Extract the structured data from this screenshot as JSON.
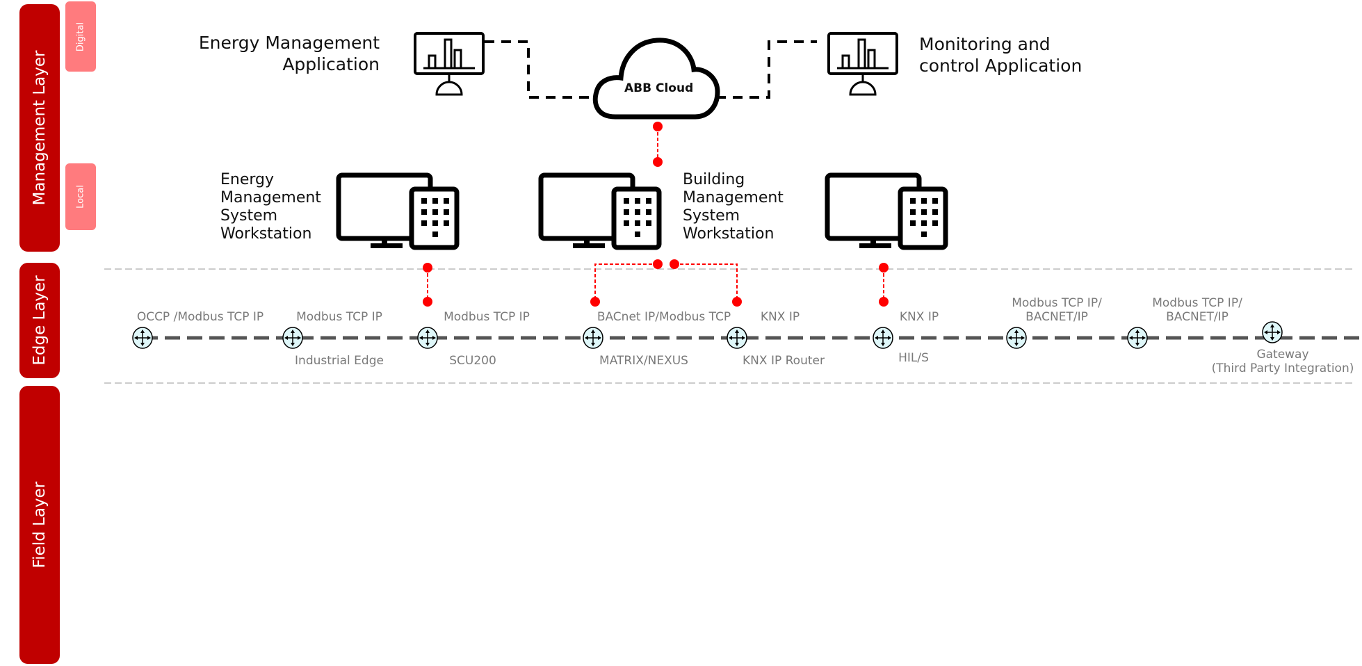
{
  "layers": {
    "management": "Management Layer",
    "edge": "Edge Layer",
    "field": "Field Layer",
    "digital": "Digital",
    "local": "Local"
  },
  "colors": {
    "layer_band": "#c00000",
    "sub_band": "#ff7b7e",
    "connector_red": "#ff0000",
    "bus_line": "#555555",
    "router_fill": "#dff7f9"
  },
  "applications": {
    "energy": "Energy Management\nApplication",
    "energy_line1": "Energy Management",
    "energy_line2": "Application",
    "monitoring_line1": "Monitoring and",
    "monitoring_line2": "control Application",
    "cloud": "ABB Cloud"
  },
  "workstations": {
    "ems": [
      "Energy",
      "Management",
      "System",
      "Workstation"
    ],
    "bms": [
      "Building",
      "Management",
      "System",
      "Workstation"
    ]
  },
  "bus_nodes": [
    {
      "protocol": [
        "OCCP /Modbus TCP IP"
      ],
      "device": []
    },
    {
      "protocol": [
        "Modbus TCP IP"
      ],
      "device": [
        "Industrial Edge"
      ]
    },
    {
      "protocol": [
        "Modbus TCP IP"
      ],
      "device": [
        "SCU200"
      ]
    },
    {
      "protocol": [
        "BACnet IP/Modbus TCP"
      ],
      "device": [
        "MATRIX/NEXUS"
      ]
    },
    {
      "protocol": [
        "KNX IP"
      ],
      "device": [
        "KNX IP Router"
      ]
    },
    {
      "protocol": [
        "KNX IP"
      ],
      "device": [
        "HIL/S"
      ]
    },
    {
      "protocol": [
        "Modbus TCP IP/",
        "BACNET/IP"
      ],
      "device": []
    },
    {
      "protocol": [
        "Modbus TCP IP/",
        "BACNET/IP"
      ],
      "device": []
    },
    {
      "protocol": [],
      "device": [
        "Gateway",
        "(Third Party Integration)"
      ]
    }
  ]
}
